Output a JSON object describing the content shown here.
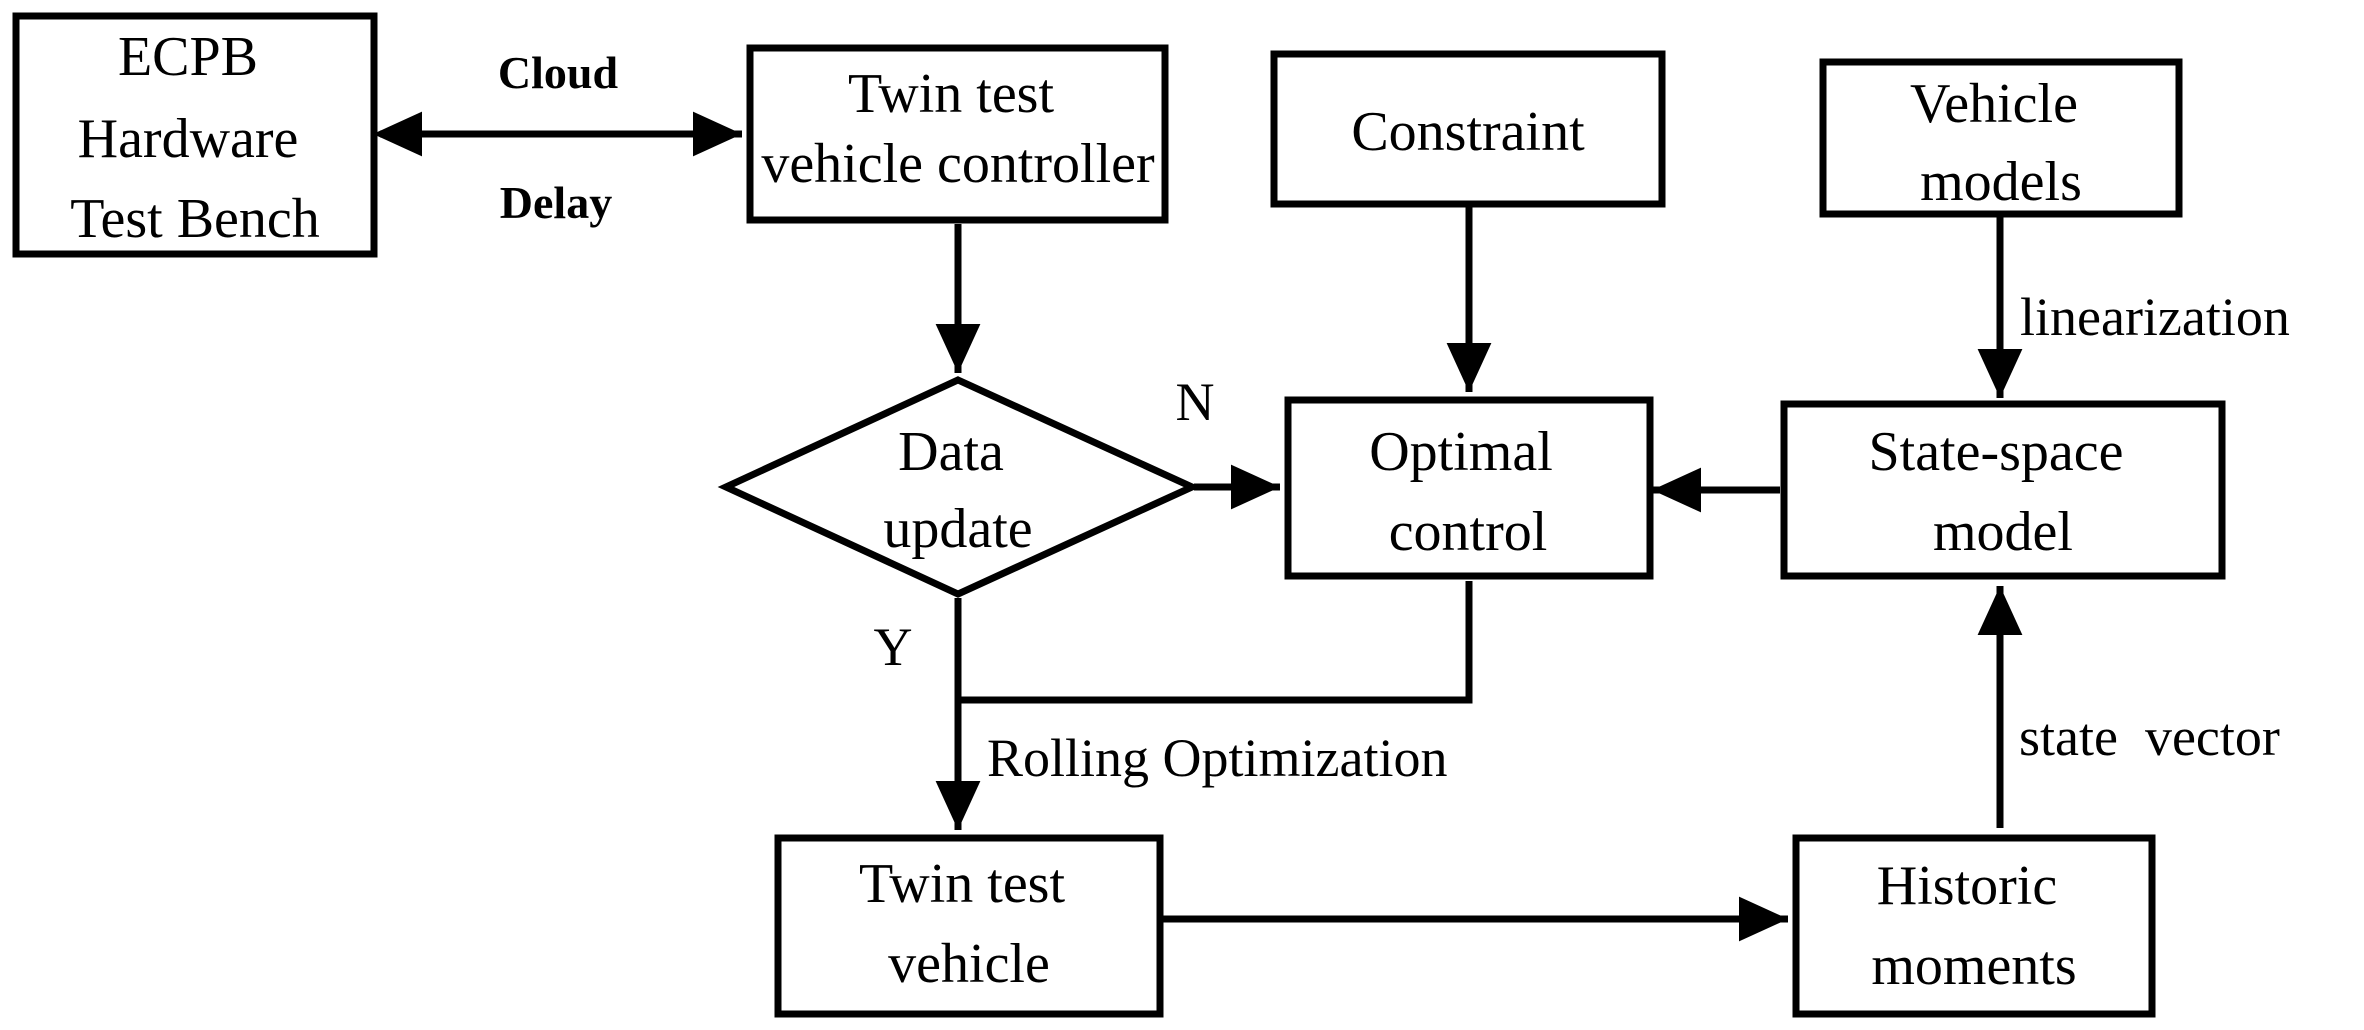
{
  "nodes": {
    "ecpb": {
      "lines": [
        "ECPB",
        "Hardware",
        "Test Bench"
      ]
    },
    "twin_controller": {
      "lines": [
        "Twin test",
        "vehicle controller"
      ]
    },
    "constraint": {
      "lines": [
        "Constraint"
      ]
    },
    "vehicle_models": {
      "lines": [
        "Vehicle",
        "models"
      ]
    },
    "data_update": {
      "lines": [
        "Data",
        "update"
      ]
    },
    "optimal_control": {
      "lines": [
        "Optimal",
        "control"
      ]
    },
    "state_space": {
      "lines": [
        "State-space",
        "model"
      ]
    },
    "twin_vehicle": {
      "lines": [
        "Twin test",
        "vehicle"
      ]
    },
    "historic": {
      "lines": [
        "Historic",
        "moments"
      ]
    }
  },
  "edge_labels": {
    "cloud": "Cloud",
    "delay": "Delay",
    "n": "N",
    "y": "Y",
    "linearization": "linearization",
    "rolling": "Rolling Optimization",
    "state_vector": "state  vector"
  }
}
